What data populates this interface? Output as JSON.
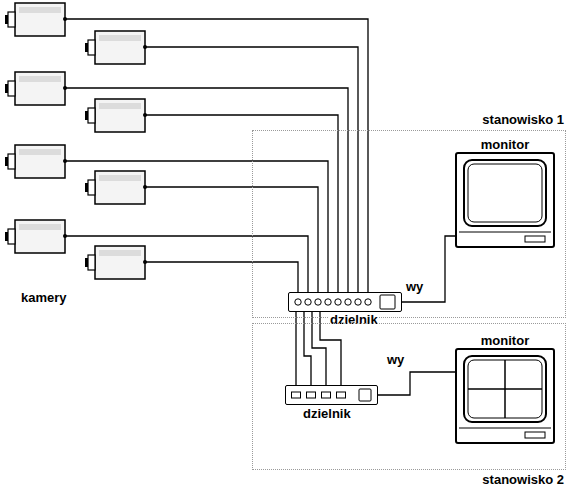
{
  "diagram": {
    "nodes": [
      {
        "text": [
          "stanowisko 1"
        ]
      },
      {
        "text": [
          "dzielnik"
        ],
        "in": 0
      },
      {
        "text": [
          "monitor"
        ],
        "in": 0
      },
      {
        "text": [
          "stanowisko 2"
        ]
      },
      {
        "text": [
          "dzielnik"
        ],
        "in": 3
      },
      {
        "text": [
          "monitor"
        ],
        "in": 3
      }
    ],
    "edges": [
      {
        "from": 1,
        "to": 2,
        "arrow": "none",
        "label": "wy"
      },
      {
        "from": 1,
        "to": 4,
        "arrow": "none"
      },
      {
        "from": 1,
        "to": 4,
        "arrow": "none"
      },
      {
        "from": 1,
        "to": 4,
        "arrow": "none"
      },
      {
        "from": 1,
        "to": 4,
        "arrow": "none"
      },
      {
        "from": 4,
        "to": 5,
        "arrow": "none",
        "label": "wy"
      }
    ],
    "labels": [
      "kamery"
    ]
  }
}
